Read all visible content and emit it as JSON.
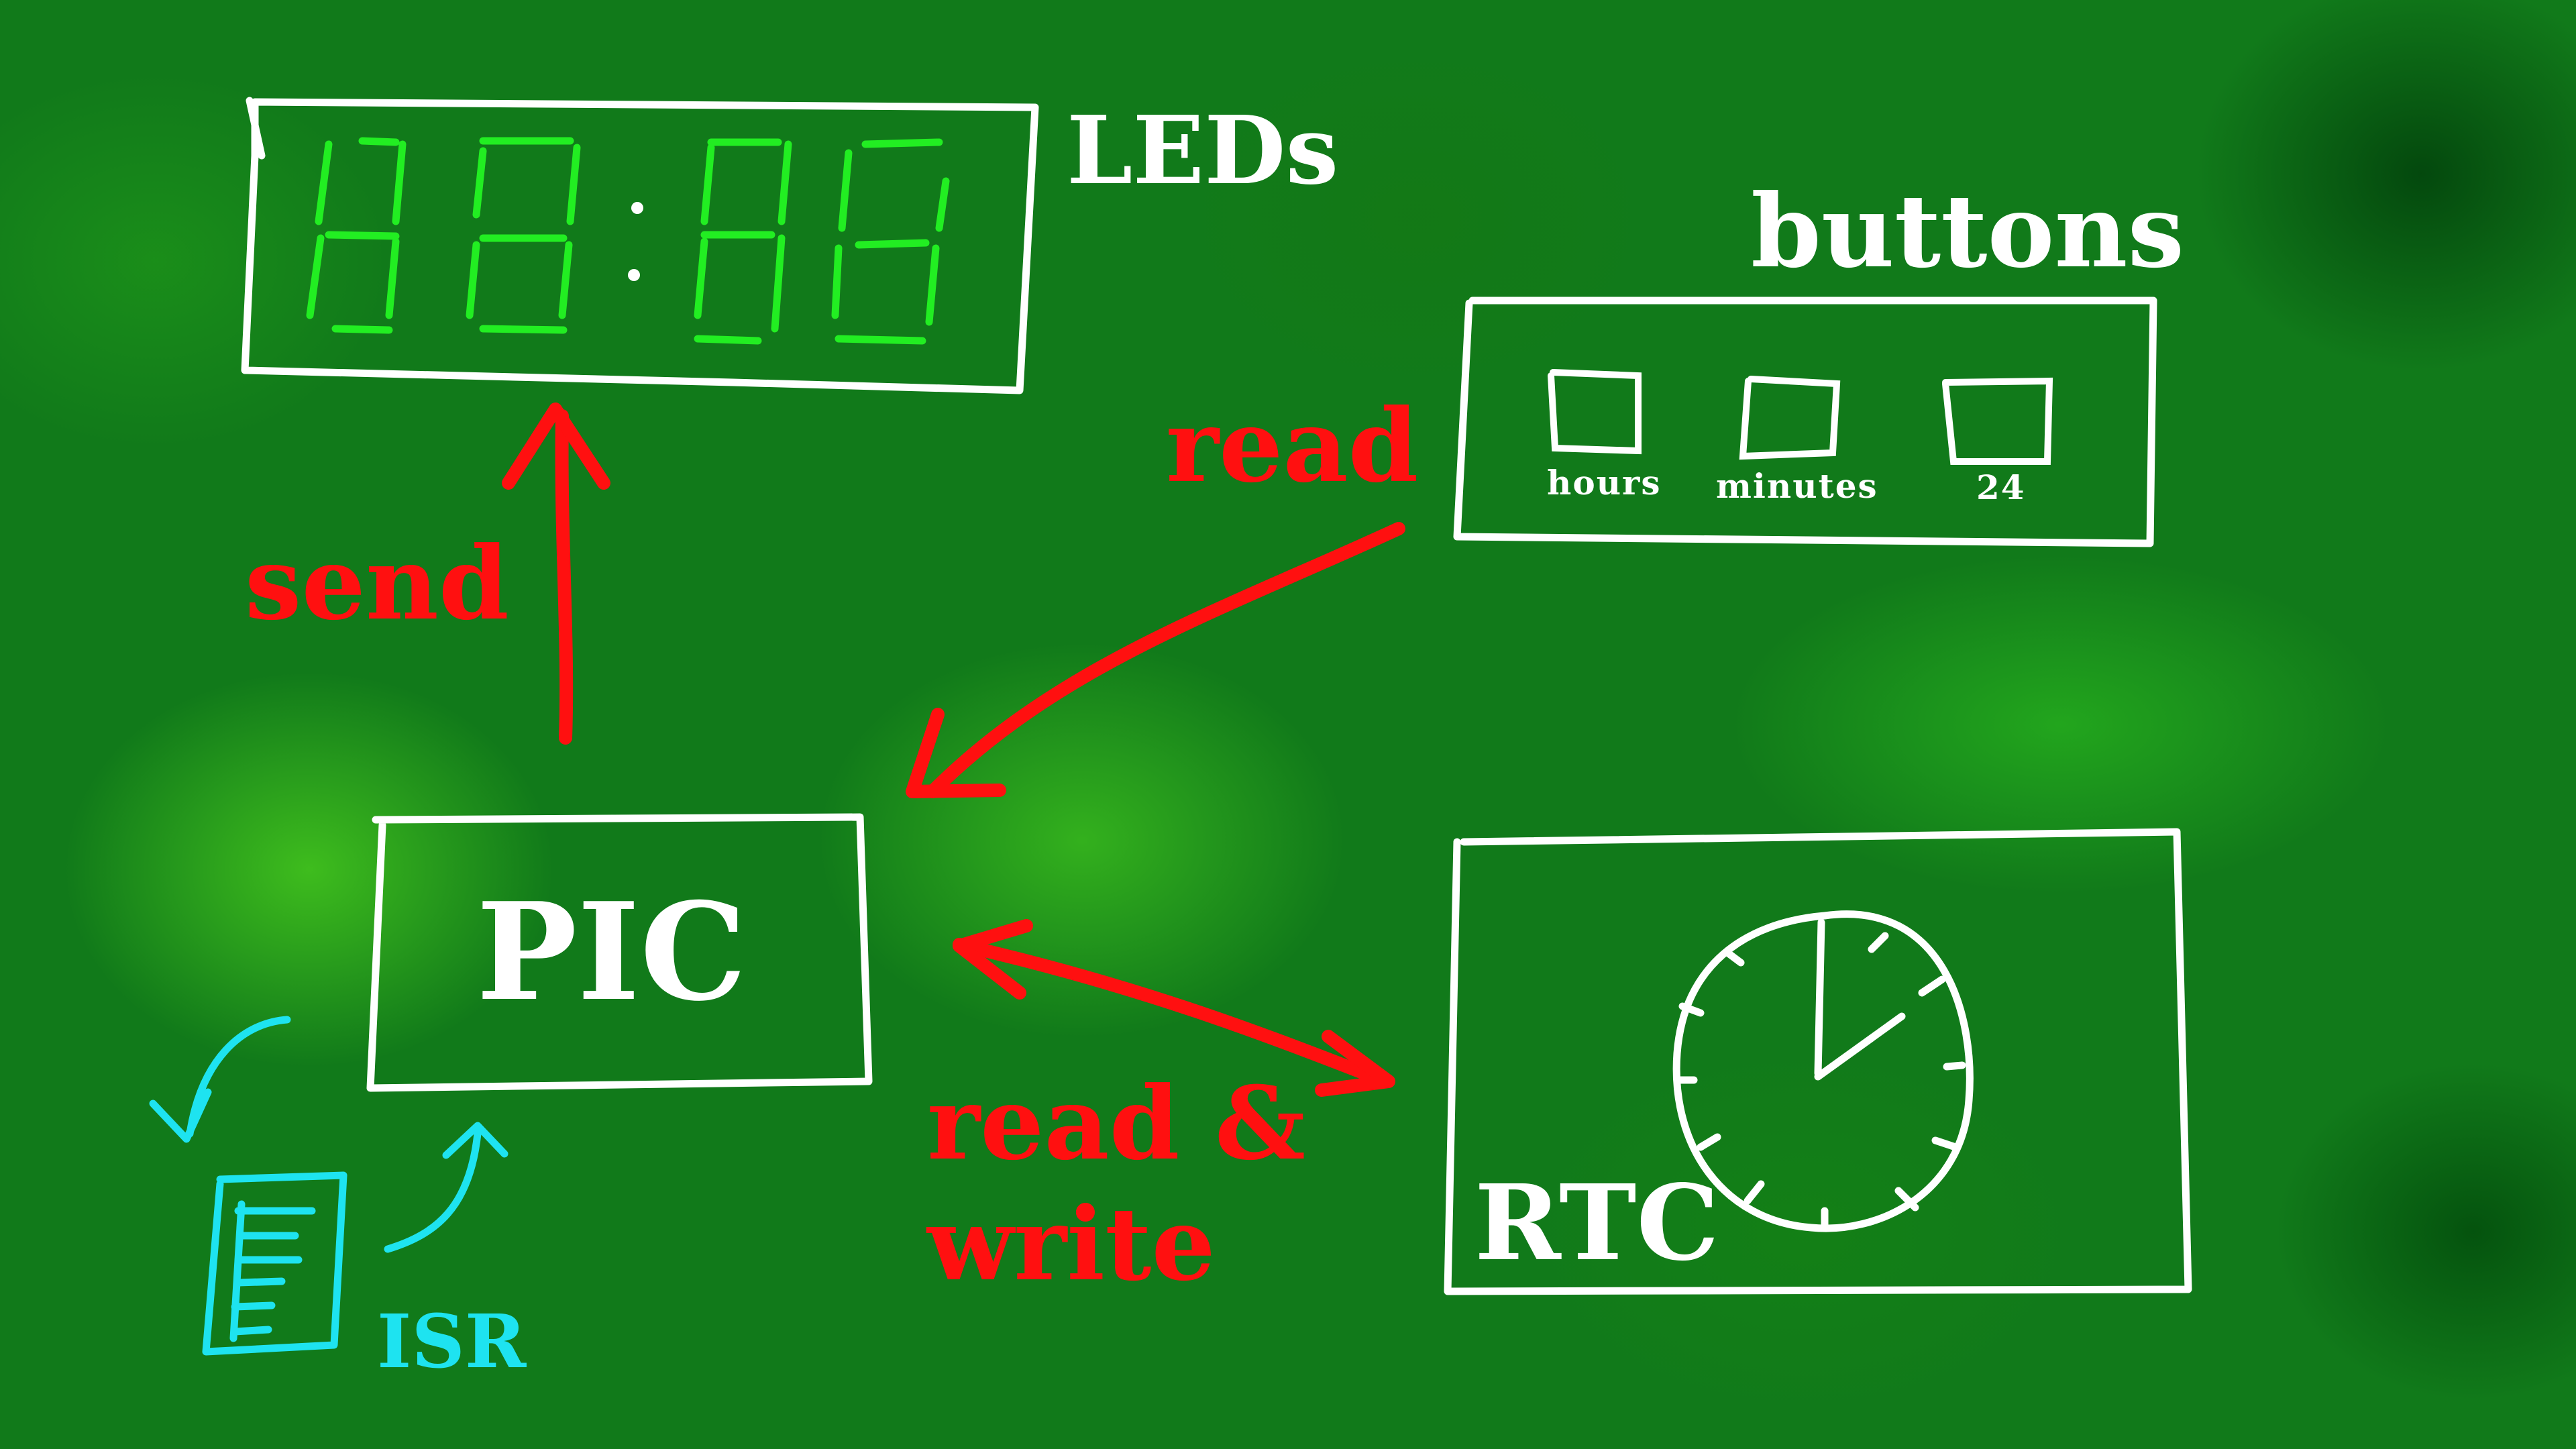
{
  "labels": {
    "leds": "LEDs",
    "buttons": "buttons",
    "pic": "PIC",
    "rtc": "RTC",
    "isr": "ISR",
    "send": "send",
    "read": "read",
    "read_write_line1": "read &",
    "read_write_line2": "write"
  },
  "buttons_panel": {
    "items": [
      {
        "label": "hours"
      },
      {
        "label": "minutes"
      },
      {
        "label": "24"
      }
    ]
  },
  "colors": {
    "background": "#117a1a",
    "outline": "#ffffff",
    "arrow": "#ff1010",
    "isr": "#1ee3f0",
    "led_segment": "#22ee22"
  }
}
